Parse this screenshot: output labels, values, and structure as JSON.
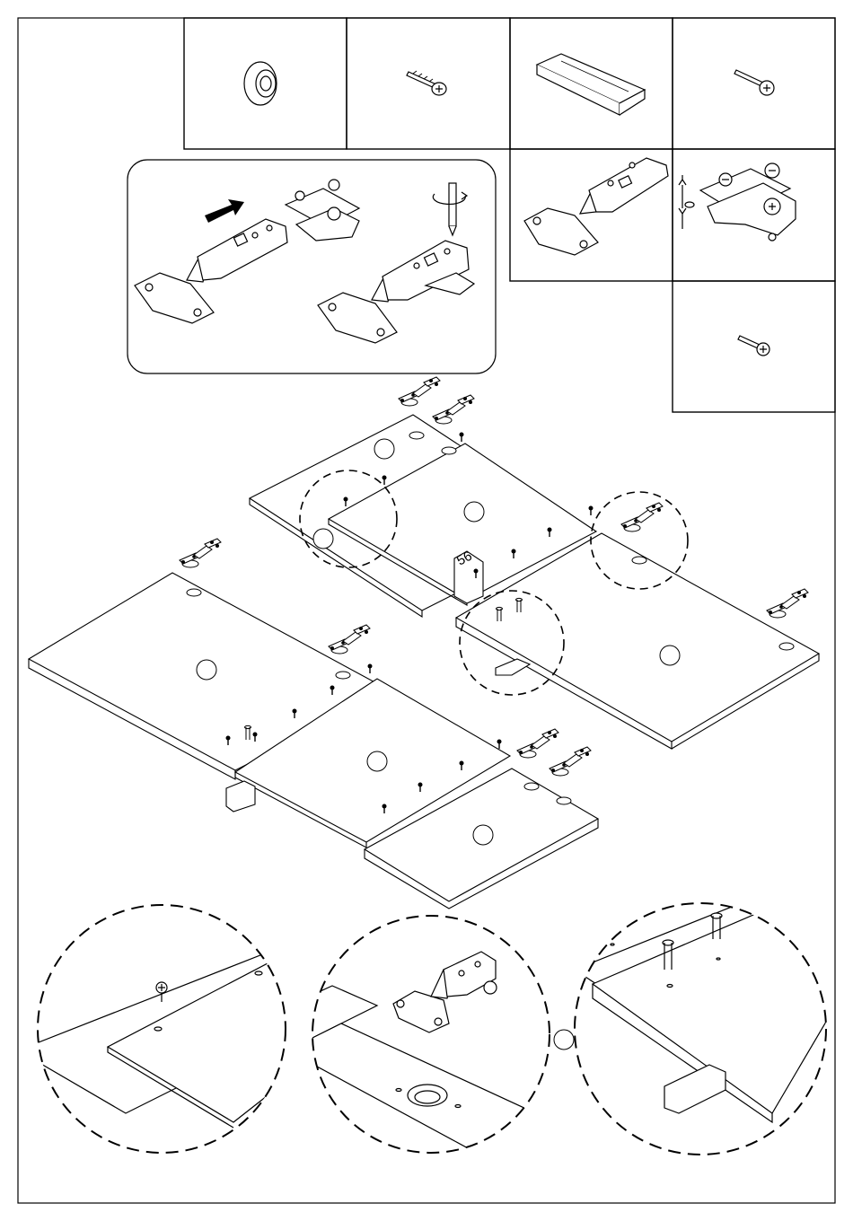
{
  "parts_table": {
    "items": [
      {
        "icon": "cam-lock-cap-icon"
      },
      {
        "icon": "chipboard-screw-icon"
      },
      {
        "icon": "wedge-support-icon"
      },
      {
        "icon": "dowel-pin-icon"
      },
      {
        "icon": "concealed-hinge-icon"
      },
      {
        "icon": "hinge-mounting-plate-icon"
      },
      {
        "icon": "small-wood-screw-icon"
      }
    ]
  },
  "detail_inset": {
    "icons": [
      "push-arrow-icon",
      "screwdriver-rotation-icon"
    ]
  },
  "assembly": {
    "dimension_label": "56",
    "panel_markers": 7
  },
  "zoom_details": [
    {
      "name": "zoom-screw-detail"
    },
    {
      "name": "zoom-hinge-detail"
    },
    {
      "name": "zoom-dowel-detail"
    }
  ],
  "colors": {
    "line": "#000000",
    "background": "#ffffff"
  }
}
